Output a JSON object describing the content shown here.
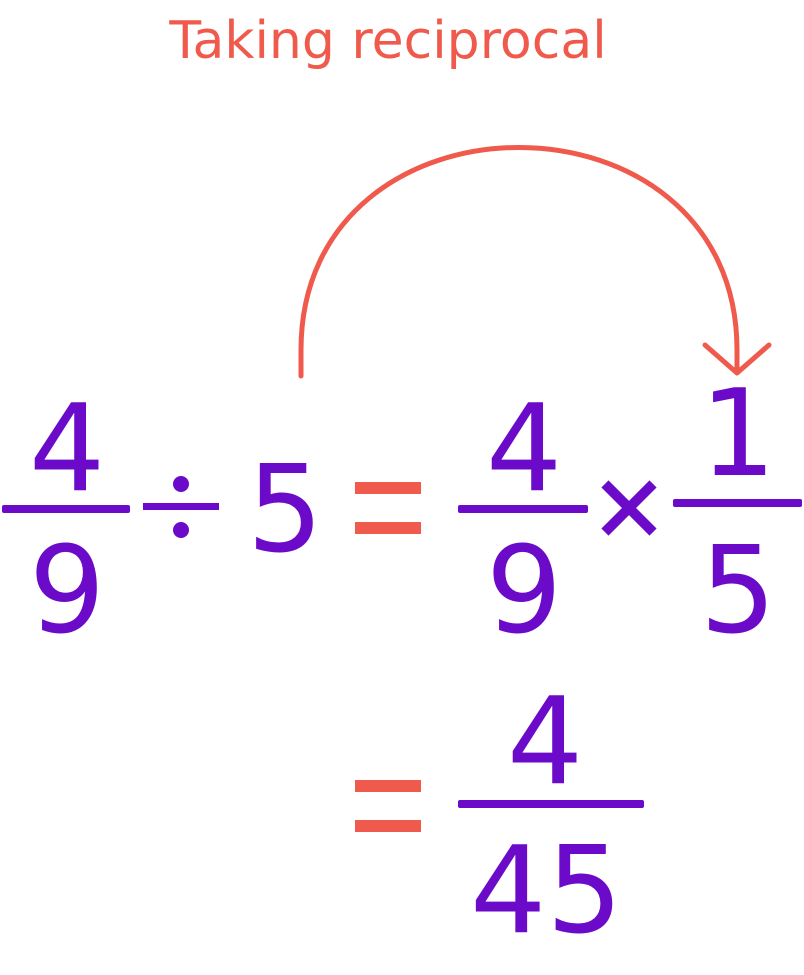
{
  "title": "Taking reciprocal",
  "expression": {
    "left_fraction": {
      "numerator": "4",
      "denominator": "9"
    },
    "divisor": "5",
    "right_fraction": {
      "numerator": "4",
      "denominator": "9"
    },
    "reciprocal": {
      "numerator": "1",
      "denominator": "5"
    },
    "result": {
      "numerator": "4",
      "denominator": "45"
    }
  },
  "colors": {
    "number": "#6b0ac9",
    "accent": "#ef5a4c"
  },
  "icons": {
    "divide": "division-sign-icon",
    "multiply": "multiplication-sign-icon",
    "equals": "equals-sign-icon",
    "arrow": "curved-arrow-icon"
  }
}
